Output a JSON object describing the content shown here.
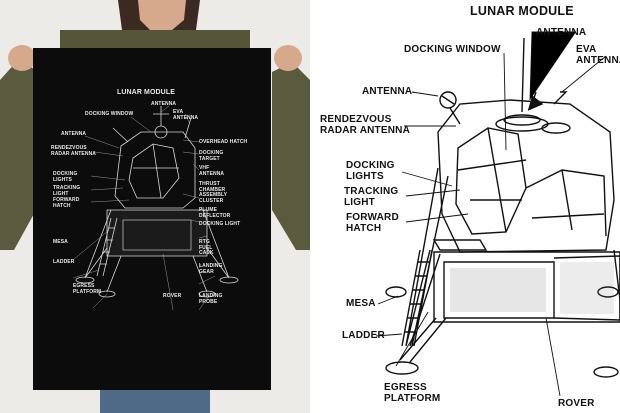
{
  "poster": {
    "title": "LUNAR MODULE",
    "labels": {
      "docking_window": "DOCKING WINDOW",
      "antenna_top": "ANTENNA",
      "eva_antenna": "EVA\nANTENNA",
      "antenna_left": "ANTENNA",
      "rendezvous_radar": "RENDEZVOUS\nRADAR ANTENNA",
      "overhead_hatch": "OVERHEAD HATCH",
      "docking_target": "DOCKING\nTARGET",
      "vhf_antenna": "VHF\nANTENNA",
      "docking_lights": "DOCKING\nLIGHTS",
      "tracking_light": "TRACKING\nLIGHT",
      "forward_hatch": "FORWARD\nHATCH",
      "thrust_chamber": "THRUST\nCHAMBER\nASSEMBLY\nCLUSTER",
      "plume_deflector": "PLUME\nDEFLECTOR",
      "docking_light_right": "DOCKING LIGHT",
      "mesa": "MESA",
      "rtg_fuel_cask": "RTG\nFUEL\nCASK",
      "ladder": "LADDER",
      "landing_gear": "LANDING\nGEAR",
      "egress_platform": "EGRESS\nPLATFORM",
      "rover": "ROVER",
      "landing_probe": "LANDING\nPROBE"
    }
  },
  "diagram": {
    "title": "LUNAR MODULE",
    "labels": {
      "docking_window": "DOCKING WINDOW",
      "antenna_top": "ANTENNA",
      "eva_antenna": "EVA\nANTENNA",
      "antenna_left": "ANTENNA",
      "rendezvous_radar": "RENDEZVOUS\nRADAR ANTENNA",
      "docking_lights": "DOCKING\nLIGHTS",
      "tracking_light": "TRACKING\nLIGHT",
      "forward_hatch": "FORWARD\nHATCH",
      "mesa": "MESA",
      "ladder": "LADDER",
      "egress_platform": "EGRESS\nPLATFORM",
      "rover": "ROVER"
    }
  },
  "colors": {
    "poster_bg": "#0c0c0c",
    "poster_ink": "#e9e9e9",
    "diagram_ink": "#111111",
    "wall": "#ecebe8",
    "skin": "#d7a98c",
    "sweater": "#5a5a3e",
    "jeans": "#4e6a86"
  }
}
